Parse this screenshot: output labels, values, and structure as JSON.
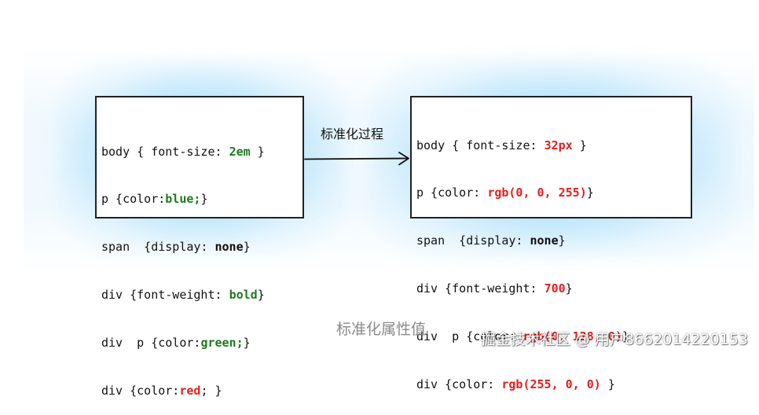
{
  "left_box": {
    "lines": [
      [
        {
          "t": "body { font-size: "
        },
        {
          "t": "2em",
          "c": "v-green"
        },
        {
          "t": " }"
        }
      ],
      [
        {
          "t": "p {color:"
        },
        {
          "t": "blue;",
          "c": "v-green"
        },
        {
          "t": "}"
        }
      ],
      [
        {
          "t": "span  {display: "
        },
        {
          "t": "none",
          "c": "v-bold"
        },
        {
          "t": "}"
        }
      ],
      [
        {
          "t": "div {font-weight: "
        },
        {
          "t": "bold",
          "c": "v-green"
        },
        {
          "t": "}"
        }
      ],
      [
        {
          "t": "div  p {color:"
        },
        {
          "t": "green;",
          "c": "v-green"
        },
        {
          "t": "}"
        }
      ],
      [
        {
          "t": "div {color:"
        },
        {
          "t": "red",
          "c": "v-red"
        },
        {
          "t": "; }"
        }
      ]
    ]
  },
  "right_box": {
    "lines": [
      [
        {
          "t": "body { font-size: "
        },
        {
          "t": "32px",
          "c": "v-red"
        },
        {
          "t": " }"
        }
      ],
      [
        {
          "t": "p {color: "
        },
        {
          "t": "rgb(0, 0, 255)",
          "c": "v-red"
        },
        {
          "t": "}"
        }
      ],
      [
        {
          "t": "span  {display: "
        },
        {
          "t": "none",
          "c": "v-bold"
        },
        {
          "t": "}"
        }
      ],
      [
        {
          "t": "div {font-weight: "
        },
        {
          "t": "700",
          "c": "v-red"
        },
        {
          "t": "}"
        }
      ],
      [
        {
          "t": "div  p {color: "
        },
        {
          "t": "rgb(0, 128, 0)",
          "c": "v-red"
        },
        {
          "t": "}"
        }
      ],
      [
        {
          "t": "div {color: "
        },
        {
          "t": "rgb(255, 0, 0)",
          "c": "v-red"
        },
        {
          "t": " }"
        }
      ]
    ]
  },
  "arrow_label": "标准化过程",
  "caption": "标准化属性值",
  "watermark": "掘金技术社区 @ 用户8662014220153",
  "colors": {
    "value_green": "#1e7a1e",
    "value_red": "#e02020",
    "glow_blue": "#78c8f5"
  }
}
